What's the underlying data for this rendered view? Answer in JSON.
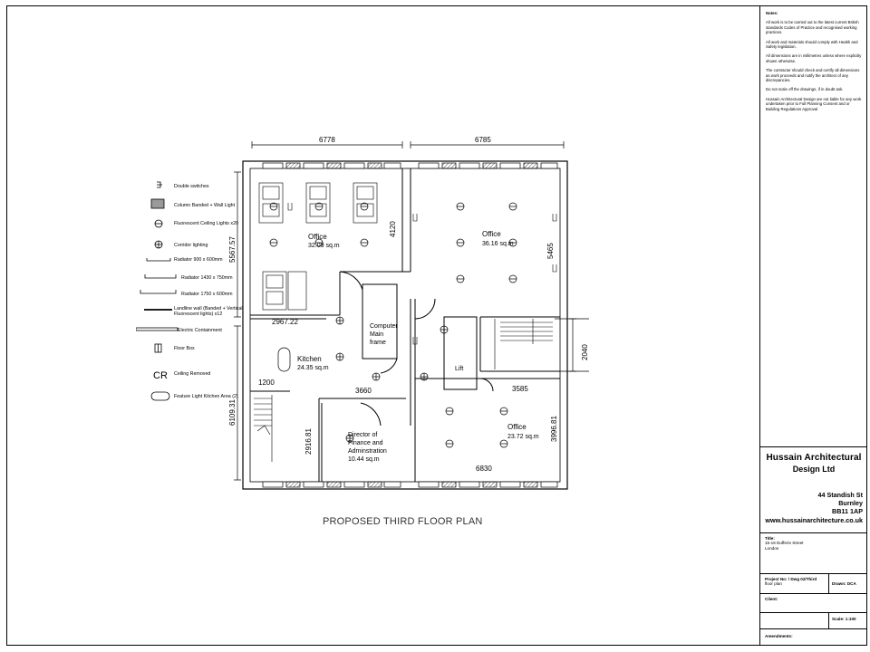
{
  "notes": {
    "title": "Notes:",
    "items": [
      "All work is to be carried out to the latest current British standards Codes of Practice and recognised working practices.",
      "All work and materials should comply with Health and Safety legislation.",
      "All dimensions are in millimetres unless where explicitly shown otherwise.",
      "The contractor should check and certify all dimensions as work proceeds and notify the architect of any discrepancies.",
      "Do not scale off the drawings, if in doubt ask.",
      "Hussain Architectural Design are not liable for any work undertaken prior to Full Planning Consent and or Building Regulations Approval"
    ]
  },
  "company": {
    "name_line1": "Hussain Architectural",
    "name_line2": "Design Ltd",
    "address": [
      "44 Standish St",
      "Burnley",
      "BB11 1AP",
      "www.hussainarchitecture.co.uk"
    ]
  },
  "title_block": {
    "title_label": "Title:",
    "title_value_1": "15-16 Dufferin Street",
    "title_value_2": "London",
    "project_label": "Project No: / Dwg 02/Third",
    "project_value": "floor plan",
    "drawn_label": "Drawn: DCA",
    "client_label": "Client:",
    "scale_label": "Scale: 1:100",
    "amendments_label": "Amendments:"
  },
  "legend": [
    {
      "icon": "double-switch-icon",
      "label": "Double switches"
    },
    {
      "icon": "column-icon",
      "label": "Column Banded + Wall Light"
    },
    {
      "icon": "fluorescent-light-icon",
      "label": "Fluorescent Ceiling Lights x20"
    },
    {
      "icon": "corridor-light-icon",
      "label": "Corridor lighting"
    },
    {
      "icon": "radiator-900-icon",
      "label": "Radiator 900 x 600mm"
    },
    {
      "icon": "radiator-1430-icon",
      "label": "Radiator 1430 x 750mm"
    },
    {
      "icon": "radiator-1750-icon",
      "label": "Radiator 1750 x 600mm"
    },
    {
      "icon": "landline-icon",
      "label": "Landline wall (Banded + Vertical Fluorescent lights) x12"
    },
    {
      "icon": "electric-containment-icon",
      "label": "Electric Containment"
    },
    {
      "icon": "floor-box-icon",
      "label": "Floor Box"
    },
    {
      "icon": "ceiling-removed-icon",
      "label": "Ceiling Removed",
      "symbol": "CR"
    },
    {
      "icon": "feature-light-icon",
      "label": "Feature Light Kitchen Area (2)"
    }
  ],
  "plan": {
    "caption": "PROPOSED THIRD FLOOR PLAN",
    "dims": {
      "top_left": "6778",
      "top_right": "6785",
      "left_upper": "5567.57",
      "left_lower": "6109.31",
      "office1_height": "4120",
      "office2_height": "5465",
      "stair_height": "2040",
      "corridor_width": "2967.22",
      "kitchen_width": "3660",
      "office3_width": "3585",
      "office3_height": "3996.81",
      "stair_width": "1200",
      "director_height": "2916.81",
      "bottom_right": "6830"
    },
    "rooms": {
      "office1_name": "Office",
      "office1_area": "32.09 sq.m",
      "office2_name": "Office",
      "office2_area": "36.16 sq.m",
      "server_line1": "Computer",
      "server_line2": "Main",
      "server_line3": "frame",
      "kitchen_name": "Kitchen",
      "kitchen_area": "24.35 sq.m",
      "lift": "Lift",
      "office3_name": "Office",
      "office3_area": "23.72 sq.m",
      "director_line1": "Director of",
      "director_line2": "Finance and",
      "director_line3": "Adminstration",
      "director_area": "10.44 sq.m"
    }
  }
}
